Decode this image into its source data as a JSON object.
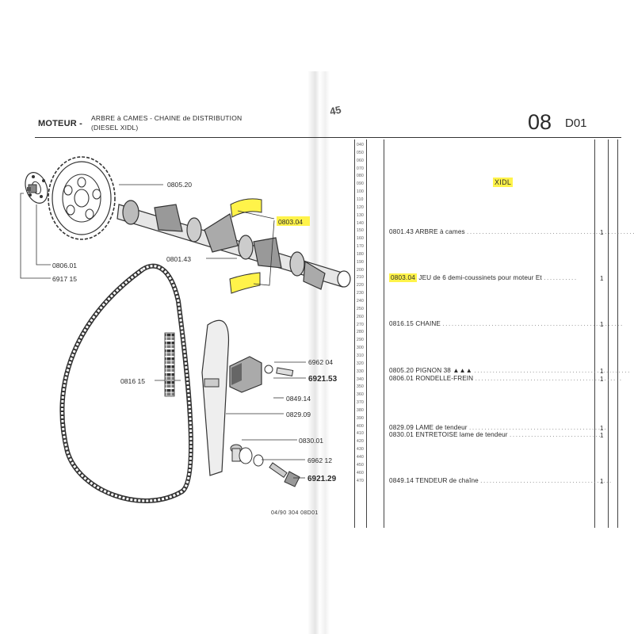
{
  "header": {
    "section": "MOTEUR -",
    "title_line1": "ARBRE à CAMES - CHAINE de DISTRIBUTION",
    "title_line2": "(DIESEL XIDL)",
    "group_number": "08",
    "sheet": "D01",
    "mark": "45"
  },
  "column_tag": "XIDL",
  "row_numbers": [
    "040",
    "050",
    "060",
    "070",
    "080",
    "090",
    "100",
    "110",
    "120",
    "130",
    "140",
    "150",
    "160",
    "170",
    "180",
    "190",
    "200",
    "210",
    "220",
    "230",
    "240",
    "250",
    "260",
    "270",
    "280",
    "290",
    "300",
    "310",
    "320",
    "330",
    "340",
    "350",
    "360",
    "370",
    "380",
    "390",
    "400",
    "410",
    "420",
    "430",
    "440",
    "450",
    "460",
    "470"
  ],
  "parts": [
    {
      "code": "0801.43",
      "desc": "ARBRE à cames",
      "qty": "1",
      "highlight": false
    },
    {
      "code": "0803.04",
      "desc": "JEU de 6 demi-coussinets pour moteur   Et",
      "qty": "1",
      "highlight": true
    },
    {
      "code": "0816.15",
      "desc": "CHAINE",
      "qty": "1",
      "highlight": false
    },
    {
      "code": "0805.20",
      "desc": "PIGNON 38 ▲▲▲",
      "qty": "1",
      "highlight": false
    },
    {
      "code": "0806.01",
      "desc": "RONDELLE-FREIN",
      "qty": "1",
      "highlight": false
    },
    {
      "code": "0829.09",
      "desc": "LAME de tendeur",
      "qty": "1",
      "highlight": false
    },
    {
      "code": "0830.01",
      "desc": "ENTRETOISE lame de tendeur",
      "qty": "1",
      "highlight": false
    },
    {
      "code": "0849.14",
      "desc": "TENDEUR de chaîne",
      "qty": "1",
      "highlight": false
    }
  ],
  "diagram_labels": {
    "l_080520": "0805.20",
    "l_080304": "0803.04",
    "l_080143": "0801.43",
    "l_080601": "0806.01",
    "l_691715": "6917 15",
    "l_081615": "0816 15",
    "l_696204": "6962 04",
    "l_692153": "6921.53",
    "l_084914": "0849.14",
    "l_082909": "0829.09",
    "l_083001": "0830.01",
    "l_696212": "6962 12",
    "l_692129": "6921.29"
  },
  "footer": "04/90  304  08D01",
  "colors": {
    "highlight": "#fff34a",
    "ink": "#2a2a2a"
  }
}
